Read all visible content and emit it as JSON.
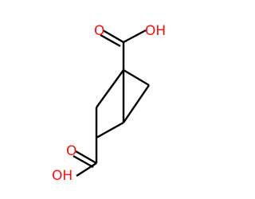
{
  "molecule": {
    "colors": {
      "bond": "#000000",
      "oxygen": "#ff0d0d",
      "background": "#ffffff"
    },
    "labels": {
      "oxygen_double_top": "O",
      "hydroxyl_top": "OH",
      "oxygen_double_bottom": "O",
      "hydroxyl_bottom": "OH"
    }
  }
}
